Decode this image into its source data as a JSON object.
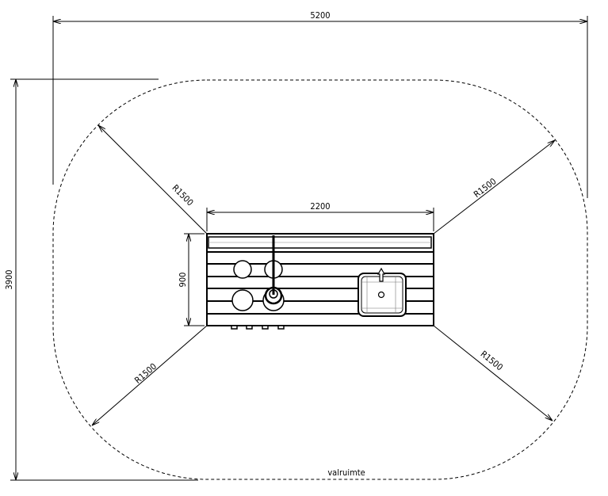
{
  "drawing": {
    "overall_width": "5200",
    "overall_depth": "3900",
    "counter_width": "2200",
    "counter_depth": "900",
    "radius_top_left": "R1500",
    "radius_top_right": "R1500",
    "radius_bottom_left": "R1500",
    "radius_bottom_right": "R1500",
    "clearance_label": "valruimte"
  },
  "colors": {
    "line": "#000000",
    "background": "#ffffff"
  }
}
